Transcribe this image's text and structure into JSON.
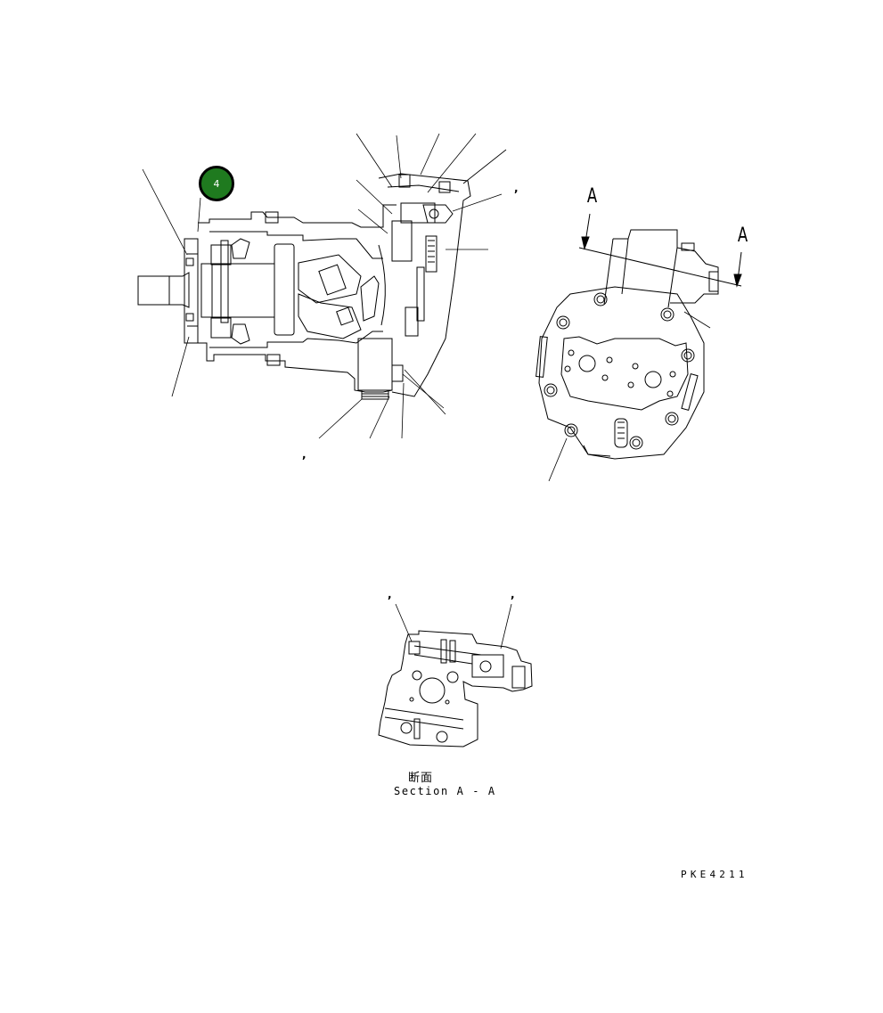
{
  "drawing": {
    "id": "PKE4211",
    "section_label_jp": "断面",
    "section_label_en": "Section A - A",
    "section_markers": [
      "A",
      "A"
    ],
    "callout": {
      "number": "4",
      "color": "#1f7a1f",
      "border": "#000000"
    },
    "comma_marks": [
      ",",
      ",",
      ",",
      ","
    ],
    "views": [
      "side-section-view",
      "front-view",
      "section-a-a-view"
    ]
  }
}
